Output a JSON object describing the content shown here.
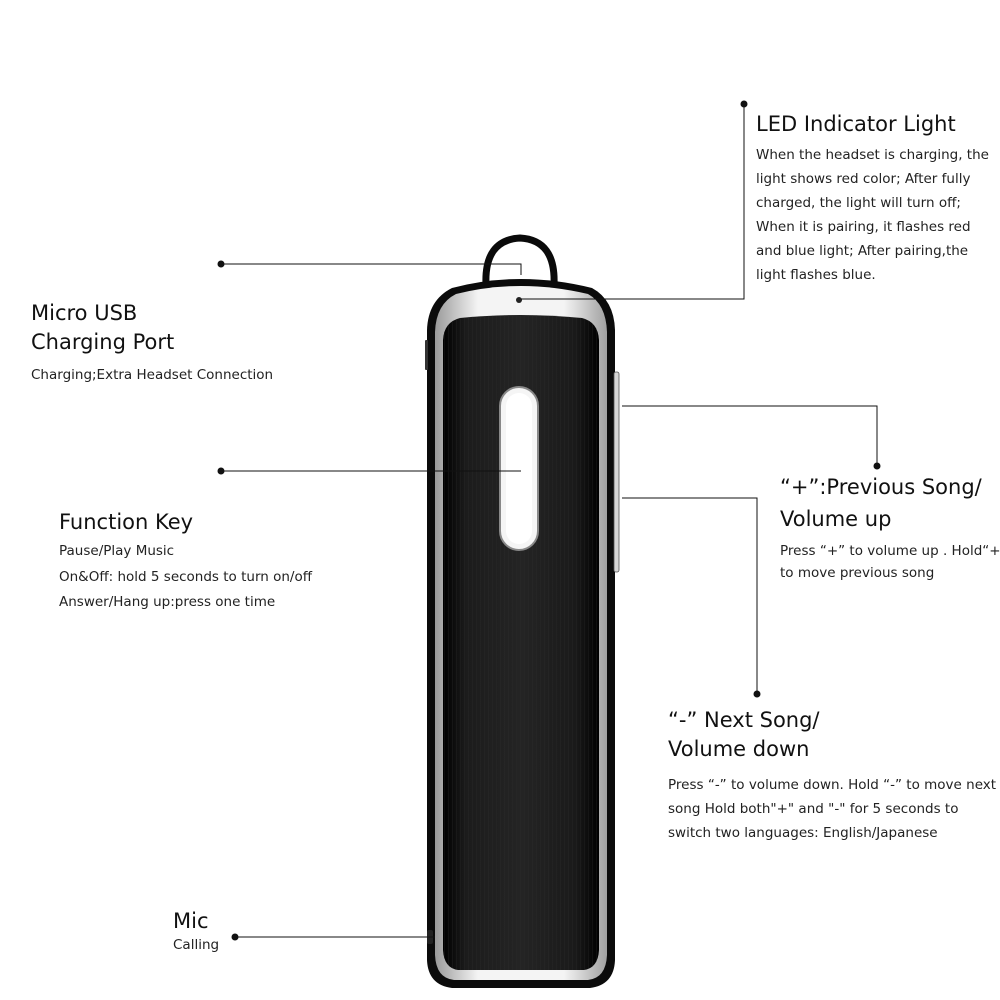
{
  "product": "Bluetooth headset",
  "callouts": {
    "led": {
      "title": "LED Indicator Light",
      "desc": [
        "When the headset is charging, the",
        "light shows red color; After fully",
        "charged, the light will turn off;",
        "When it is pairing, it flashes red",
        "and blue light;  After pairing,the",
        "light flashes blue."
      ]
    },
    "usb": {
      "title": [
        "Micro USB",
        "Charging Port"
      ],
      "desc": [
        "Charging;Extra Headset Connection"
      ]
    },
    "function": {
      "title": [
        "Function Key"
      ],
      "desc": [
        "Pause/Play Music",
        "On&Off: hold 5 seconds to turn on/off",
        "Answer/Hang up:press one time"
      ]
    },
    "plus": {
      "title": [
        "“+”:Previous Song/",
        "Volume up"
      ],
      "desc": [
        "Press “+” to volume up . Hold“+”",
        "to move previous song"
      ]
    },
    "minus": {
      "title": [
        "“-” Next Song/",
        "Volume down"
      ],
      "desc": [
        "Press “-” to volume down. Hold “-” to move next",
        "song Hold both\"+\" and \"-\" for 5 seconds to",
        "switch two languages: English/Japanese"
      ]
    },
    "mic": {
      "title": [
        "Mic"
      ],
      "desc": [
        "Calling"
      ]
    }
  },
  "colors": {
    "body_dark": "#141414",
    "body_mid": "#2a2a2a",
    "trim": "#e8e8e8",
    "outline": "#0a0a0a",
    "leader": "#111111"
  }
}
